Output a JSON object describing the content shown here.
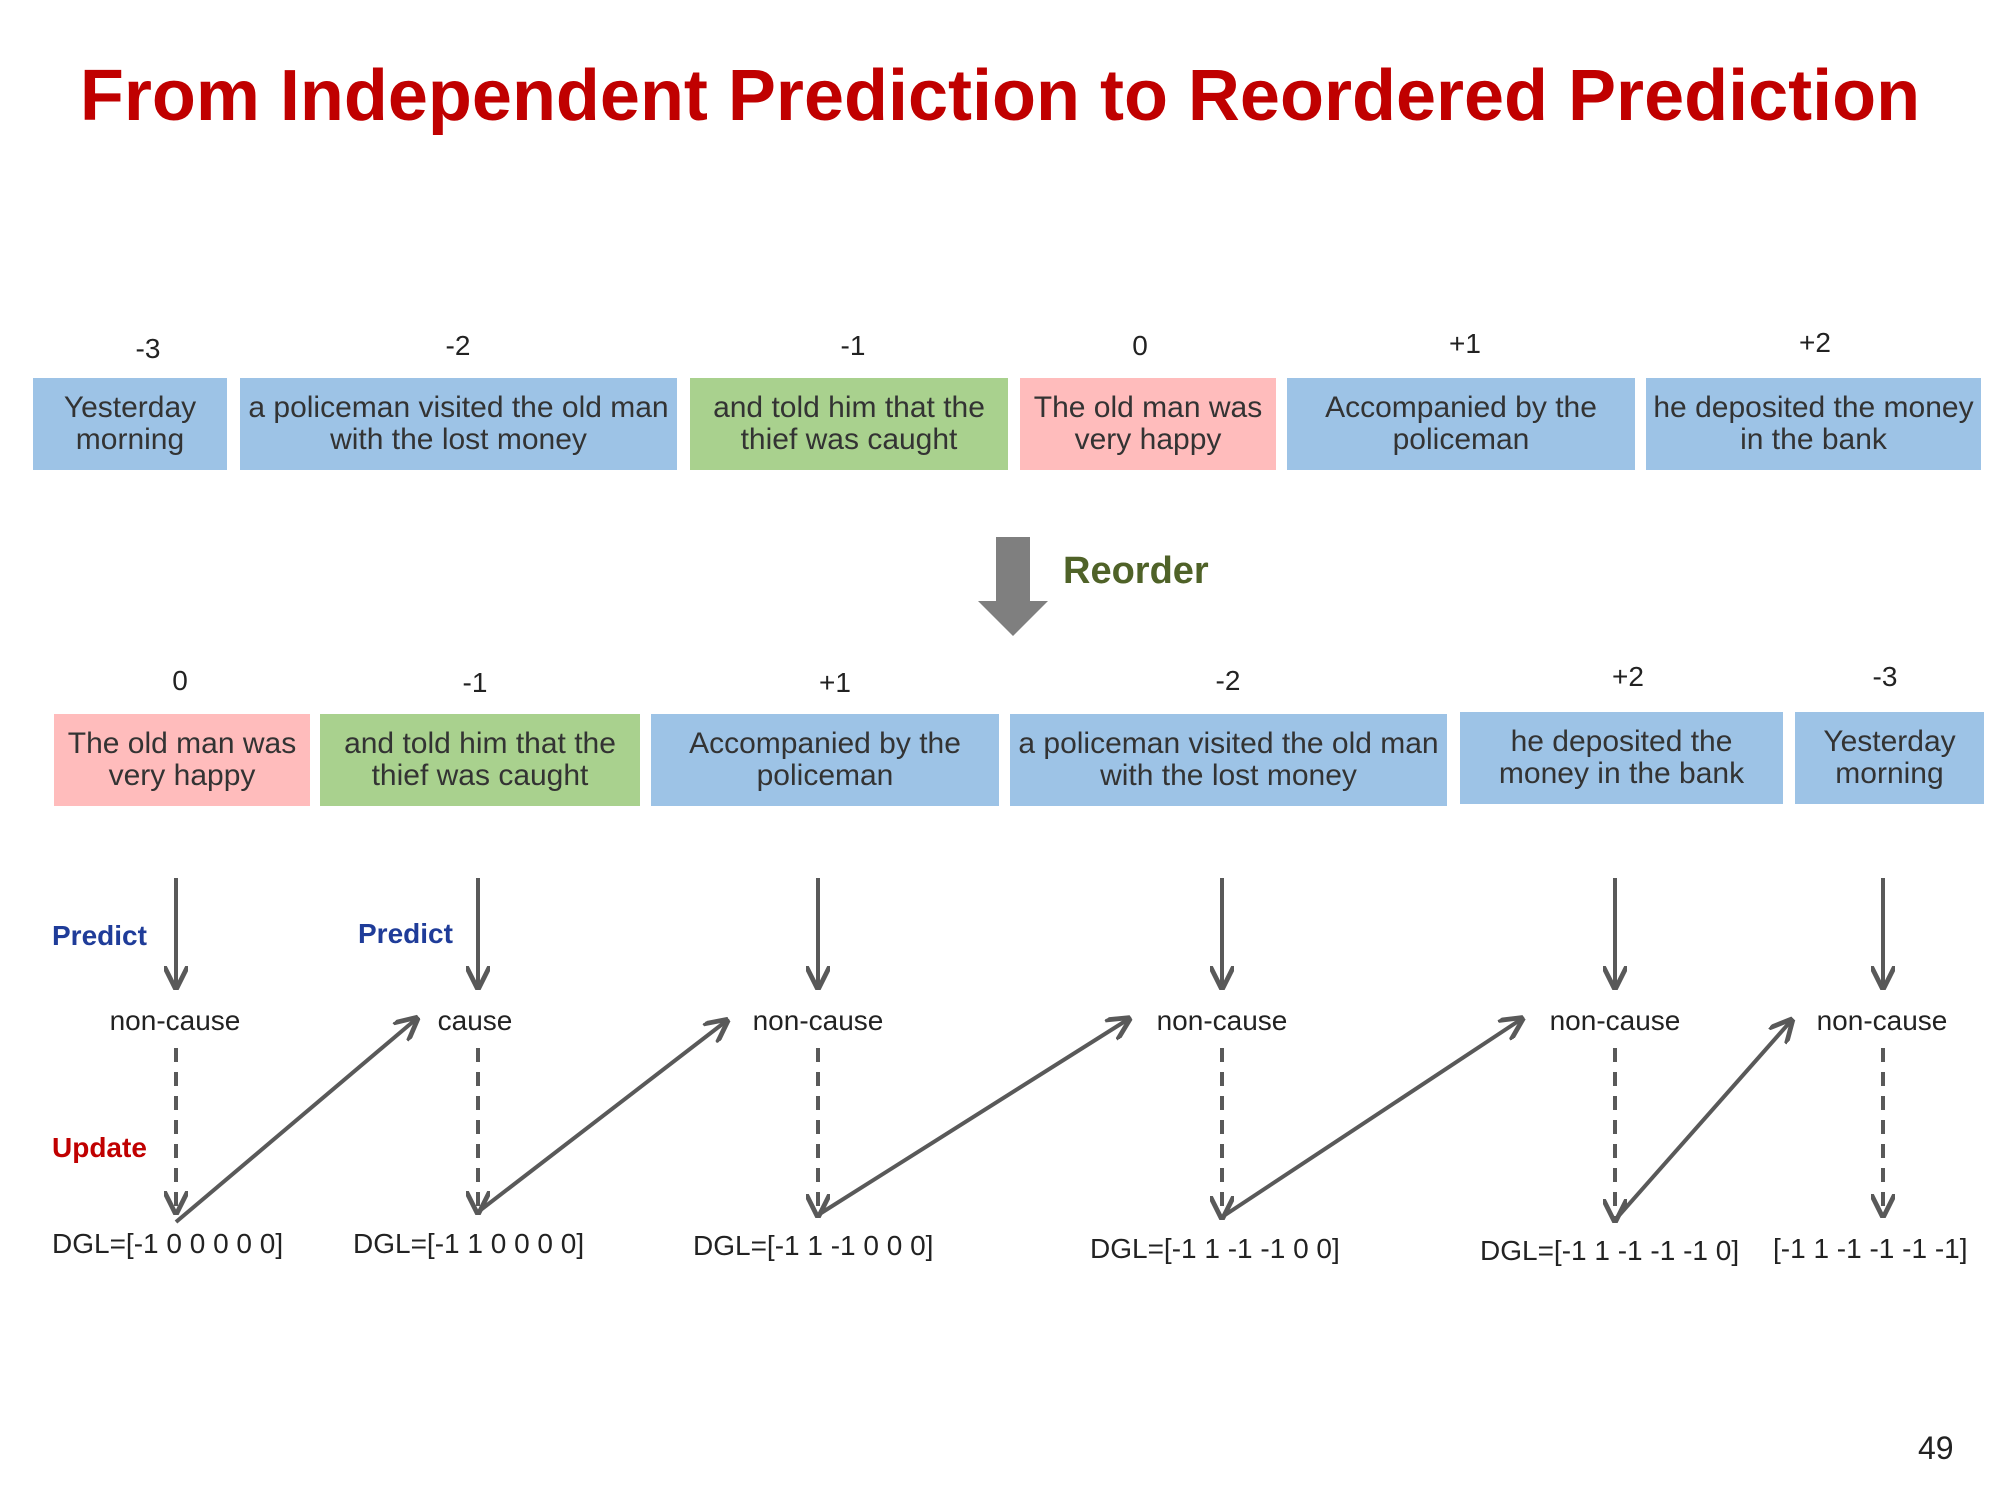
{
  "title": "From Independent Prediction to Reordered Prediction",
  "original": [
    {
      "index": "-3",
      "text": "Yesterday morning",
      "color": "blue"
    },
    {
      "index": "-2",
      "text": "a policeman visited the old man with the lost money",
      "color": "blue"
    },
    {
      "index": "-1",
      "text": "and told him that the thief was caught",
      "color": "green"
    },
    {
      "index": "0",
      "text": "The old man was very happy",
      "color": "pink"
    },
    {
      "index": "+1",
      "text": "Accompanied by the policeman",
      "color": "blue"
    },
    {
      "index": "+2",
      "text": "he deposited the money in the bank",
      "color": "blue"
    }
  ],
  "reorder_label": "Reorder",
  "reordered": [
    {
      "index": "0",
      "text": "The old man was very happy",
      "color": "pink",
      "prediction": "non-cause",
      "dgl": "DGL=[-1 0 0 0 0 0]"
    },
    {
      "index": "-1",
      "text": "and told him that the thief was caught",
      "color": "green",
      "prediction": "cause",
      "dgl": "DGL=[-1 1 0 0 0 0]"
    },
    {
      "index": "+1",
      "text": "Accompanied by the policeman",
      "color": "blue",
      "prediction": "non-cause",
      "dgl": "DGL=[-1 1 -1 0 0 0]"
    },
    {
      "index": "-2",
      "text": "a policeman visited the old man with the lost money",
      "color": "blue",
      "prediction": "non-cause",
      "dgl": "DGL=[-1 1 -1 -1 0 0]"
    },
    {
      "index": "+2",
      "text": "he deposited the money in the bank",
      "color": "blue",
      "prediction": "non-cause",
      "dgl": "DGL=[-1 1 -1 -1 -1 0]"
    },
    {
      "index": "-3",
      "text": "Yesterday morning",
      "color": "blue",
      "prediction": "non-cause",
      "dgl": "[-1 1 -1 -1 -1 -1]"
    }
  ],
  "predict_label": "Predict",
  "update_label": "Update",
  "page_number": "49",
  "colors": {
    "title": "#c00000",
    "blue_box": "#9dc3e6",
    "green_box": "#a9d18e",
    "pink_box": "#ffbcbc",
    "reorder": "#4f6228",
    "predict": "#1f3c99",
    "update": "#c00000",
    "arrow": "#595959"
  }
}
